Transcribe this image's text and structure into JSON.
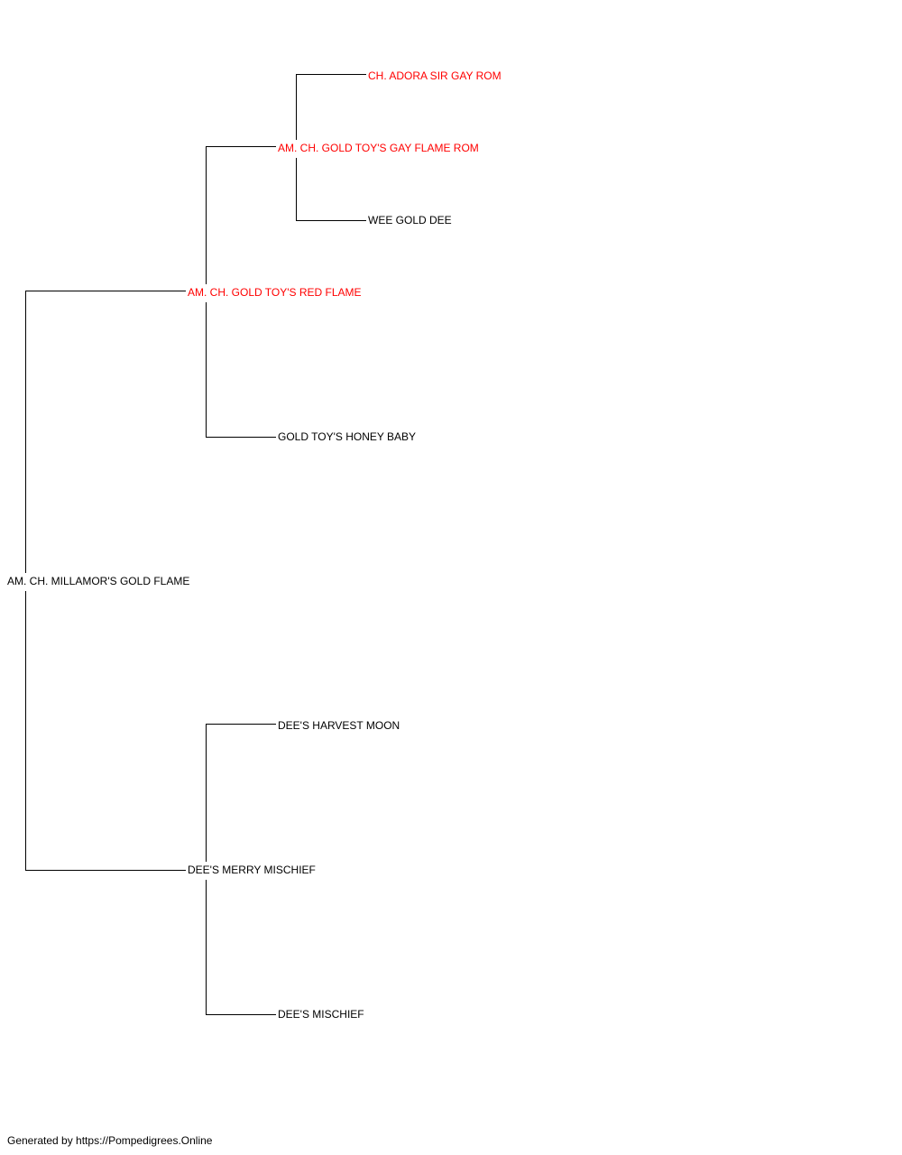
{
  "colors": {
    "highlight": "#ff0000",
    "normal": "#000000",
    "line": "#000000"
  },
  "pedigree": {
    "subject": {
      "name": "AM. CH. MILLAMOR'S GOLD FLAME",
      "highlight": false
    },
    "sire": {
      "name": "AM. CH. GOLD TOY'S RED FLAME",
      "highlight": true
    },
    "sire_sire": {
      "name": "AM. CH. GOLD TOY'S GAY FLAME ROM",
      "highlight": true
    },
    "sire_sire_sire": {
      "name": "CH. ADORA SIR GAY ROM",
      "highlight": true
    },
    "sire_sire_dam": {
      "name": "WEE GOLD DEE",
      "highlight": false
    },
    "sire_dam": {
      "name": "GOLD TOY'S HONEY BABY",
      "highlight": false
    },
    "dam": {
      "name": "DEE'S MERRY MISCHIEF",
      "highlight": false
    },
    "dam_sire": {
      "name": "DEE'S HARVEST MOON",
      "highlight": false
    },
    "dam_dam": {
      "name": "DEE'S MISCHIEF",
      "highlight": false
    }
  },
  "footer": {
    "text": "Generated by https://Pompedigrees.Online"
  }
}
